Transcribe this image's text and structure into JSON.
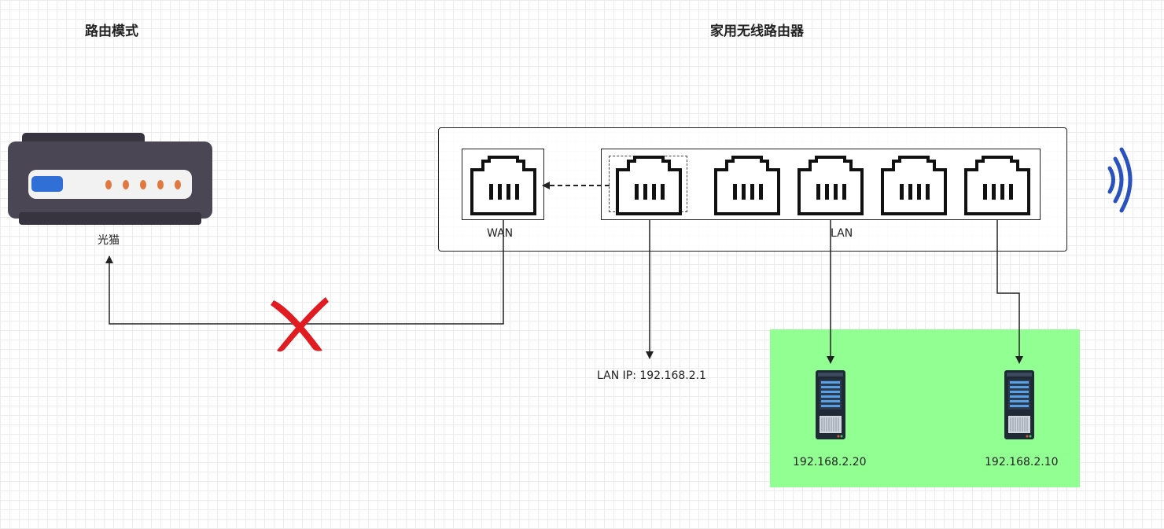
{
  "titles": {
    "left": "路由模式",
    "right": "家用无线路由器"
  },
  "modem": {
    "label": "光猫",
    "icon": "optical-modem-icon",
    "colors": {
      "body": "#4a4653",
      "panel": "#f2f2f2",
      "led": "#e07840",
      "button": "#2f6fd6"
    }
  },
  "router": {
    "wan_label": "WAN",
    "lan_label": "LAN",
    "lan_ip": "LAN IP: 192.168.2.1",
    "wifi_color": "#2a52be"
  },
  "servers": [
    {
      "ip": "192.168.2.20"
    },
    {
      "ip": "192.168.2.10"
    }
  ],
  "colors": {
    "green_zone": "#8cff8c",
    "cross": "#e11b22"
  }
}
